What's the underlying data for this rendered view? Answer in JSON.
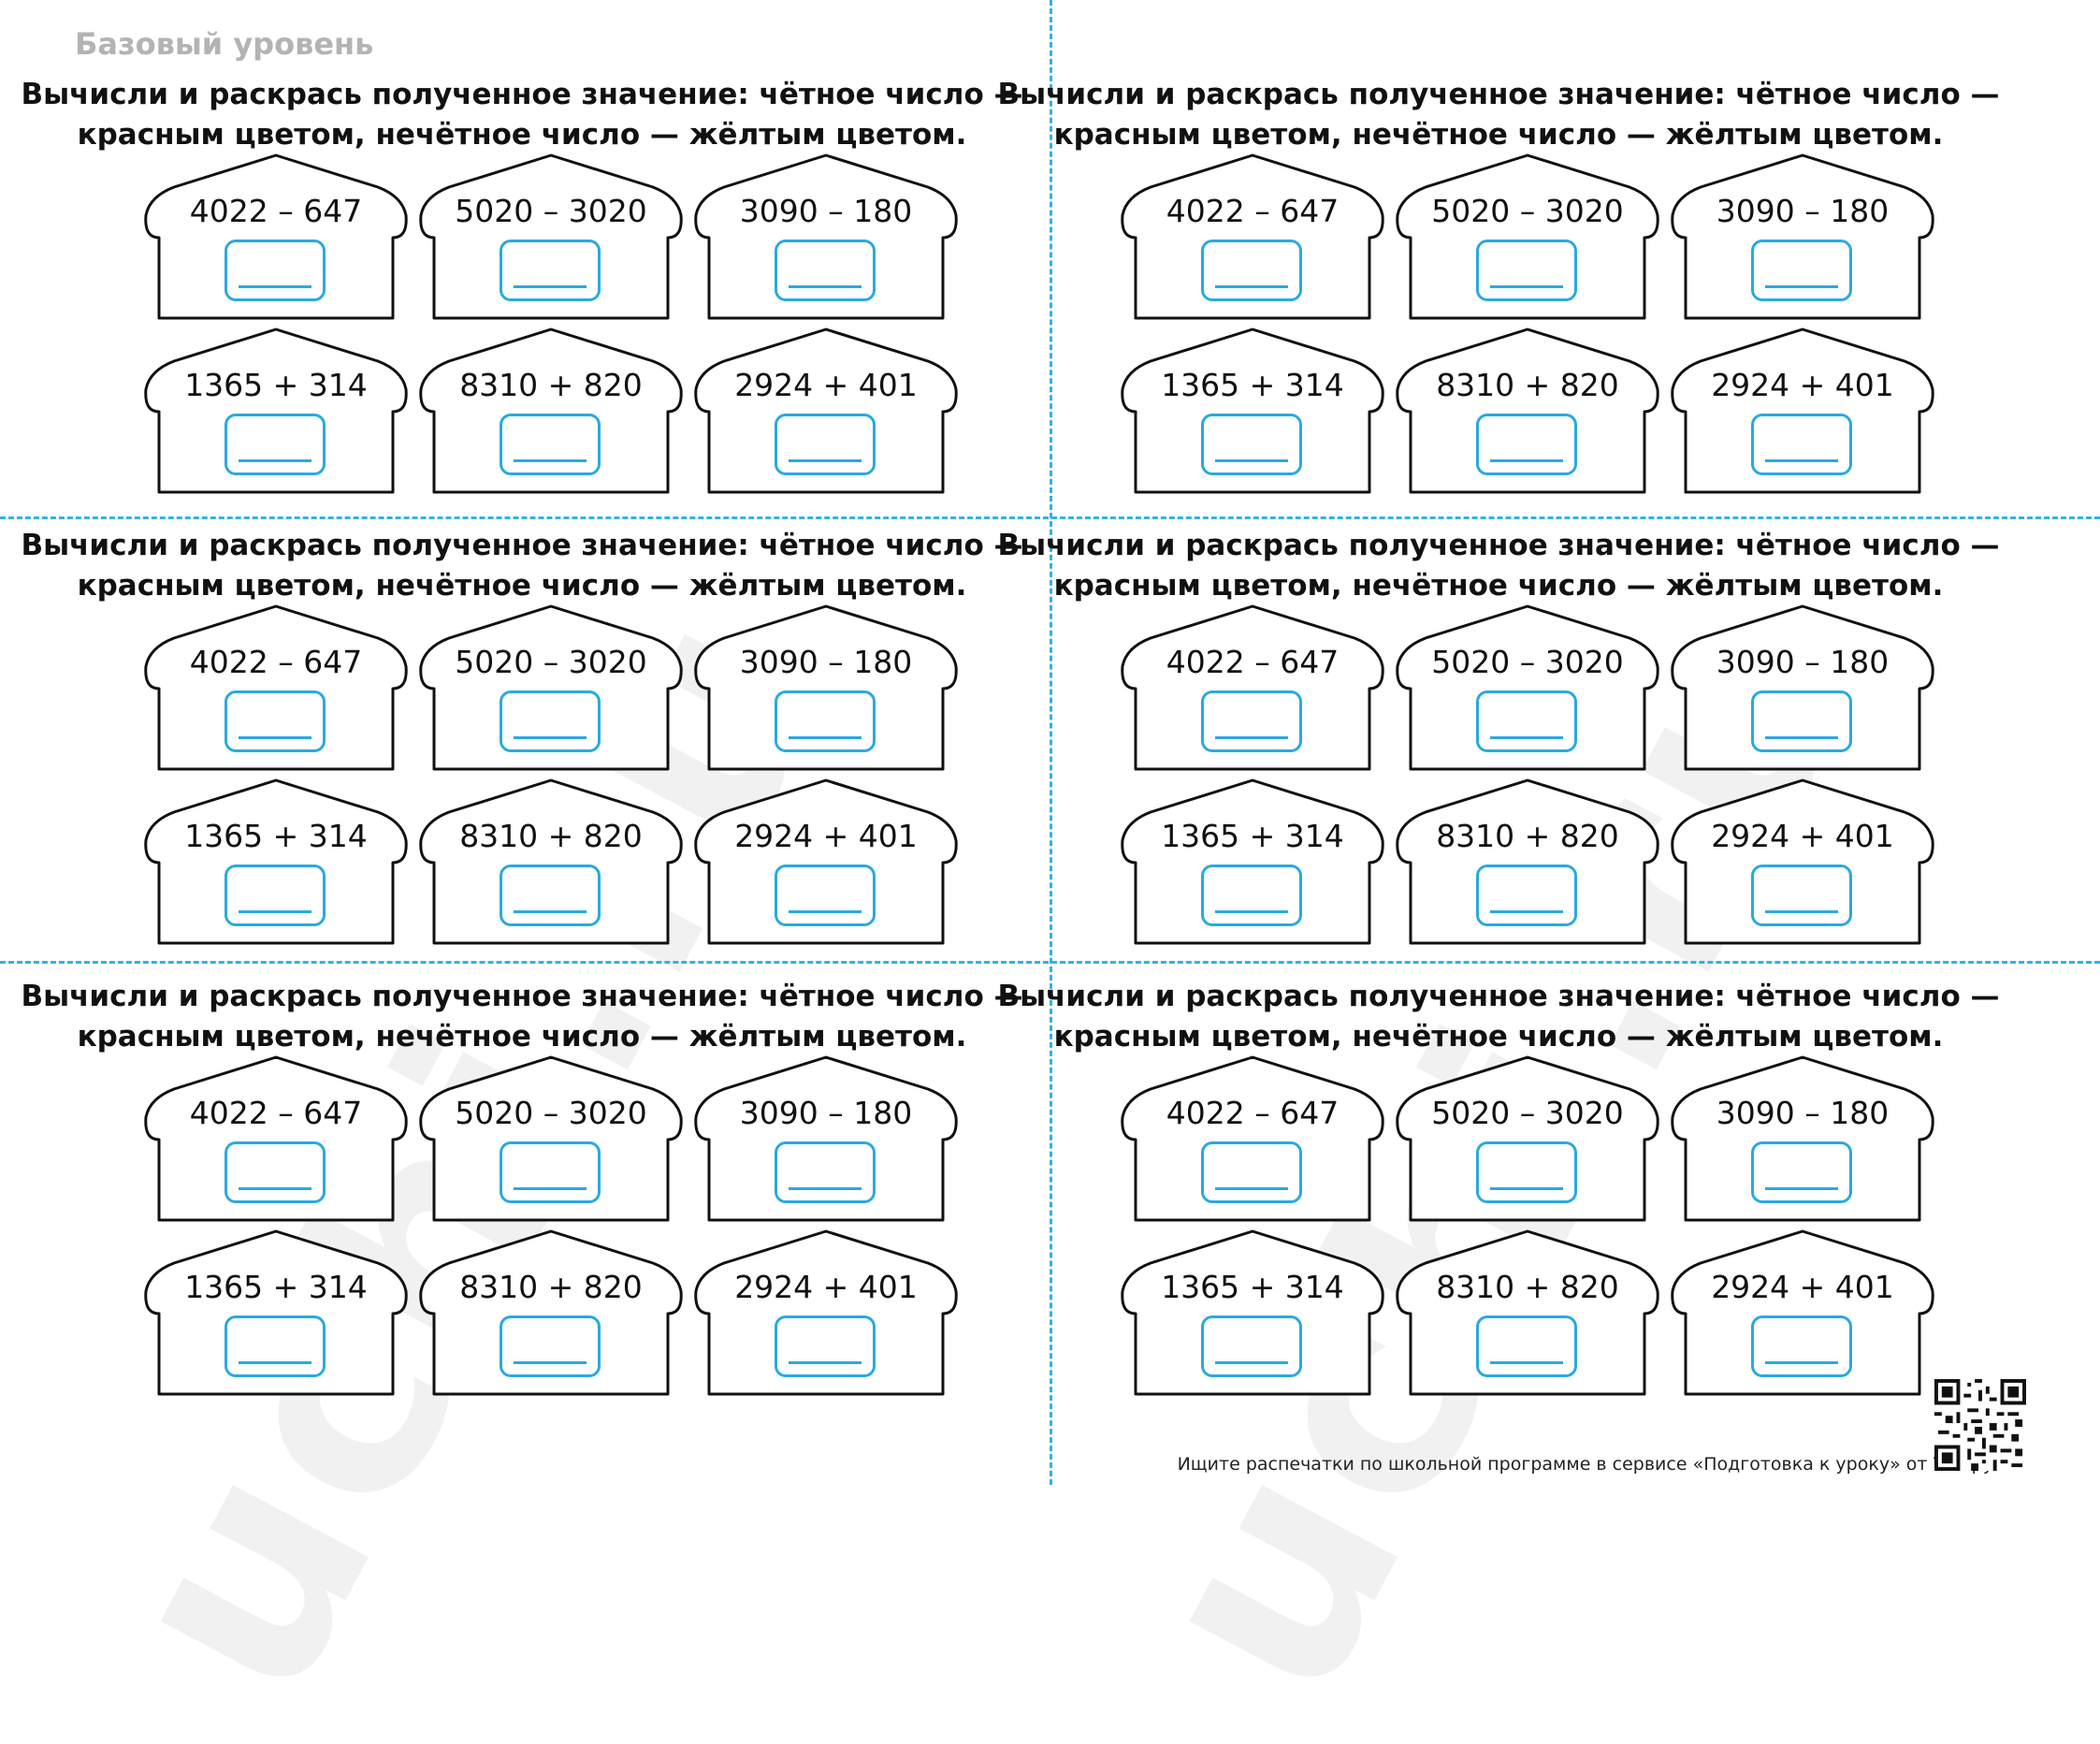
{
  "level_label": "Базовый уровень",
  "card_title": {
    "line1": "Вычисли и раскрась полученное значение: чётное число —",
    "line2": "красным цветом, нечётное число — жёлтым цветом."
  },
  "expressions": [
    "4022 – 647",
    "5020 – 3020",
    "3090 – 180",
    "1365 + 314",
    "8310 + 820",
    "2924 + 401"
  ],
  "watermark_text": "uchi.ru",
  "footer_note": "Ищите распечатки по школьной программе в сервисе «Подготовка к уроку» от Учи.ру.",
  "icons": {
    "qr": "qr-code-icon"
  },
  "colors": {
    "cut_line": "#2fb4e0",
    "answer_box": "#2aa9e0",
    "level_label": "#b3b3b3"
  }
}
